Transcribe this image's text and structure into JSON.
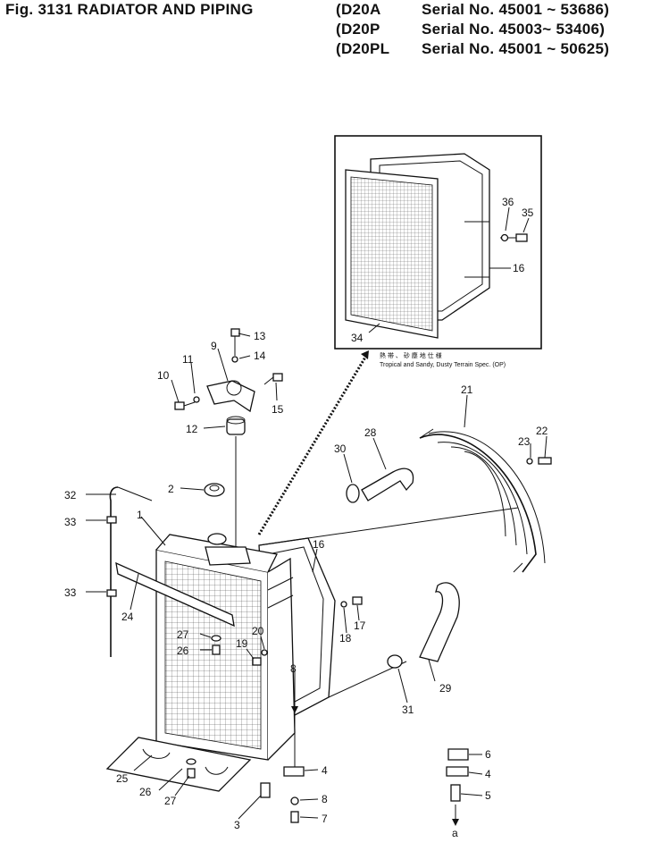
{
  "title": {
    "fig": "Fig. 3131 RADIATOR AND PIPING",
    "rows": [
      {
        "model": "(D20A",
        "serial": "Serial No. 45001 ~ 53686)"
      },
      {
        "model": "(D20P",
        "serial": "Serial No. 45003~ 53406)"
      },
      {
        "model": "(D20PL",
        "serial": "Serial No. 45001 ~ 50625)"
      }
    ]
  },
  "inset_note": {
    "japanese": "熱 帯 、 砂 塵 地 仕 様",
    "english": "Tropical and Sandy, Dusty Terrain Spec. (OP)"
  },
  "callouts": [
    {
      "label": "1"
    },
    {
      "label": "2"
    },
    {
      "label": "3"
    },
    {
      "label": "4"
    },
    {
      "label": "4"
    },
    {
      "label": "5"
    },
    {
      "label": "6"
    },
    {
      "label": "7"
    },
    {
      "label": "8"
    },
    {
      "label": "8"
    },
    {
      "label": "9"
    },
    {
      "label": "10"
    },
    {
      "label": "11"
    },
    {
      "label": "12"
    },
    {
      "label": "13"
    },
    {
      "label": "14"
    },
    {
      "label": "15"
    },
    {
      "label": "16"
    },
    {
      "label": "16"
    },
    {
      "label": "17"
    },
    {
      "label": "18"
    },
    {
      "label": "19"
    },
    {
      "label": "20"
    },
    {
      "label": "21"
    },
    {
      "label": "22"
    },
    {
      "label": "23"
    },
    {
      "label": "24"
    },
    {
      "label": "25"
    },
    {
      "label": "26"
    },
    {
      "label": "26"
    },
    {
      "label": "27"
    },
    {
      "label": "27"
    },
    {
      "label": "28"
    },
    {
      "label": "29"
    },
    {
      "label": "30"
    },
    {
      "label": "31"
    },
    {
      "label": "32"
    },
    {
      "label": "33"
    },
    {
      "label": "33"
    },
    {
      "label": "34"
    },
    {
      "label": "35"
    },
    {
      "label": "36"
    },
    {
      "label": "a"
    }
  ]
}
